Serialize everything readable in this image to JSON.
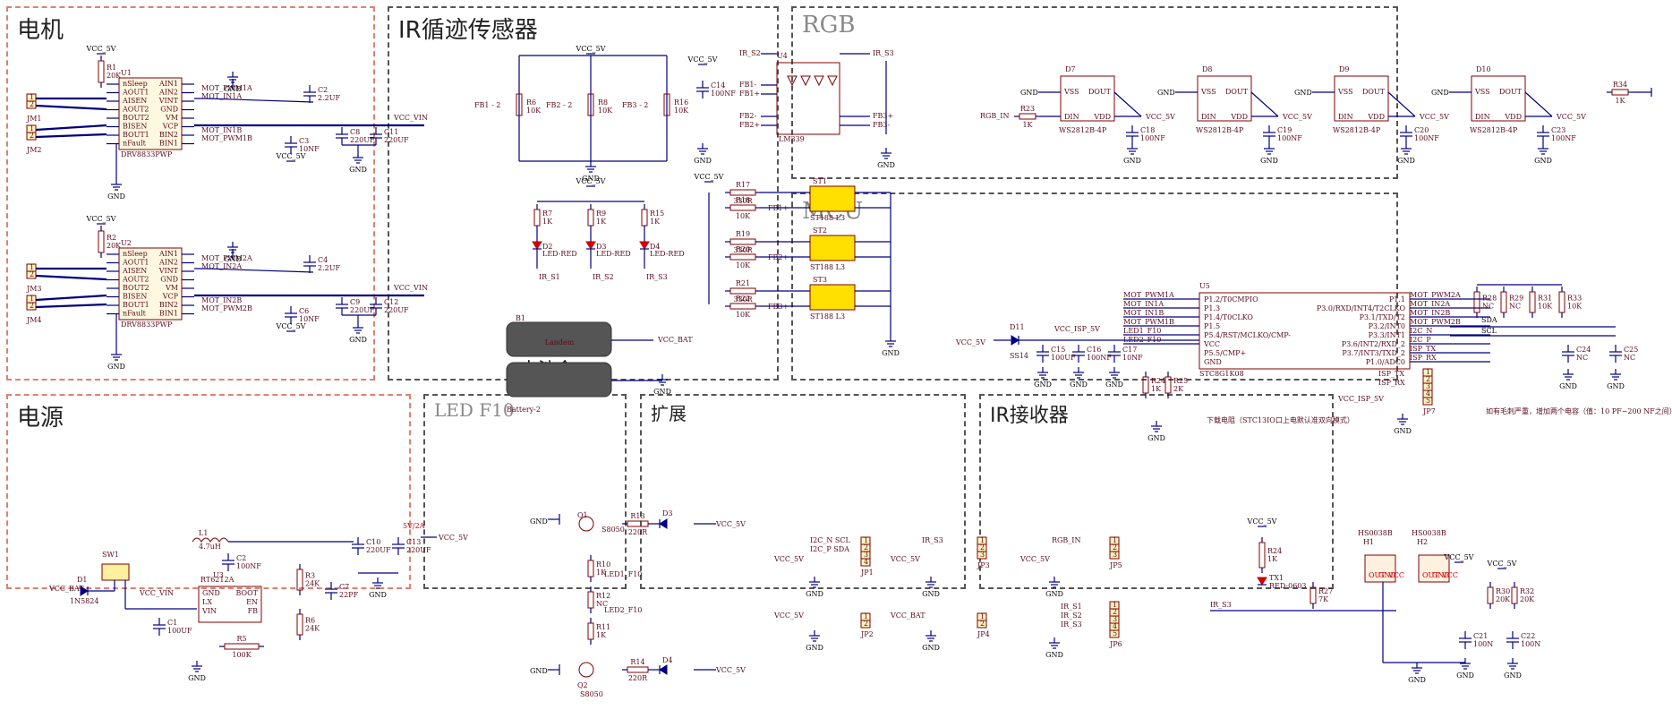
{
  "sections": {
    "motor": {
      "title": "电机"
    },
    "ir_tracking": {
      "title": "IR循迹传感器",
      "battery_caption": "电池盒"
    },
    "rgb": {
      "title": "RGB"
    },
    "mcu": {
      "title": "MCU"
    },
    "power": {
      "title": "电源"
    },
    "led": {
      "title": "LED F10"
    },
    "expansion": {
      "title": "扩展"
    },
    "ir_receiver": {
      "title": "IR接收器"
    }
  },
  "motor_labels": {
    "vcc": "VCC_5V",
    "gnd": "GND",
    "vin": "VCC_VIN",
    "u1": "U1",
    "u2": "U2",
    "ic": "DRV8833PWP",
    "r1": "R1",
    "r1v": "20K",
    "r2": "R2",
    "r2v": "20K",
    "pins_left": [
      "nSleep",
      "AOUT1",
      "AISEN",
      "AOUT2",
      "BOUT2",
      "BISEN",
      "BOUT1",
      "nFault"
    ],
    "pins_right": [
      "AIN1",
      "AIN2",
      "VINT",
      "GND",
      "VM",
      "VCP",
      "BIN2",
      "BIN1"
    ],
    "nets_a": [
      "MOT_PWM1A",
      "MOT_IN1A",
      "MOT_IN1B",
      "MOT_PWM1B"
    ],
    "nets_b": [
      "MOT_PWM2A",
      "MOT_IN2A",
      "MOT_IN2B",
      "MOT_PWM2B"
    ],
    "caps": [
      "C2",
      "C3",
      "C8",
      "C11",
      "C4",
      "C6",
      "C9",
      "C12"
    ],
    "capv": [
      "2.2UF",
      "10NF",
      "220UF",
      "220UF",
      "2.2UF",
      "10NF",
      "220UF",
      "220UF"
    ],
    "motors": [
      "JM1",
      "JM2",
      "JM3",
      "JM4"
    ]
  },
  "ir_labels": {
    "vcc": "VCC_5V",
    "gnd": "GND",
    "fb": [
      "FB1",
      "FB2",
      "FB3"
    ],
    "rp": [
      "R6",
      "R8",
      "R16"
    ],
    "rpv": "10K",
    "u4": "U4",
    "u4ic": "LM339",
    "c14": "C14",
    "c14v": "100NF",
    "comp_left": [
      "IR_S2",
      "FB1-",
      "FB1+",
      "FB2-",
      "FB2+"
    ],
    "comp_right": [
      "IR_S3",
      "FB3+",
      "FB3-"
    ],
    "r_led": [
      "R7",
      "R9",
      "R15"
    ],
    "r_ledv": "1K",
    "leds": [
      "D2",
      "D3",
      "D4"
    ],
    "ledv": "LED-RED",
    "irs": [
      "IR_S1",
      "IR_S2",
      "IR_S3"
    ],
    "sens": [
      "ST1",
      "ST2",
      "ST3"
    ],
    "sensv": "ST188 L3",
    "rs": [
      "R17",
      "R18",
      "R19",
      "R20",
      "R21",
      "R22"
    ],
    "rsv": [
      "330R",
      "10K",
      "330R",
      "10K",
      "330R",
      "10K"
    ],
    "fbp": [
      "FB1+",
      "FB2+",
      "FB3+"
    ],
    "b1": "B1",
    "bat": "Battery-2",
    "vbat": "VCC_BAT",
    "bat_text": "Landem"
  },
  "rgb_labels": {
    "gnd": "GND",
    "vcc": "VCC_5V",
    "in": "RGB_IN",
    "chips": [
      "D7",
      "D8",
      "D9",
      "D10"
    ],
    "chipv": "WS2812B-4P",
    "pins": [
      "VSS",
      "DOUT",
      "DIN",
      "VDD"
    ],
    "caps": [
      "C18",
      "C19",
      "C20",
      "C23"
    ],
    "capv": "100NF",
    "r23": "R23",
    "r23v": "1K",
    "r34": "R34",
    "r34v": "1K"
  },
  "mcu_labels": {
    "u5": "U5",
    "ic": "STC8G1K08",
    "left_nets": [
      "MOT_PWM1A",
      "MOT_IN1A",
      "MOT_IN1B",
      "MOT_PWM1B",
      "LED1_F10",
      "LED2_F10"
    ],
    "left_pins": [
      "P1.2/T0CMPIO",
      "P1.3",
      "P1.4/T0CLKO",
      "P1.5",
      "P5.4/RST/MCLKO/CMP-",
      "VCC",
      "P5.5/CMP+",
      "GND"
    ],
    "right_pins": [
      "P1.1",
      "P3.0/RXD/INT4/T2CLKO",
      "P3.1/TXD/T2",
      "P3.2/INT0",
      "P3.3/INT1",
      "P3.6/INT2/RXD_2",
      "P3.7/INT3/TXD_2",
      "P1.0/ADC0"
    ],
    "right_nets": [
      "MOT_PWM2A",
      "MOT_IN2A",
      "MOT_IN2B",
      "MOT_PWM2B",
      "I2C_N",
      "I2C_P",
      "ISP_TX",
      "ISP_RX"
    ],
    "vcc": "VCC_5V",
    "isp": "VCC_ISP_5V",
    "d11": "D11",
    "d11v": "SS14",
    "caps": [
      "C15",
      "C16",
      "C17",
      "C24",
      "C25"
    ],
    "capv": [
      "100UF",
      "100NF",
      "10NF",
      "NC",
      "NC"
    ],
    "res": [
      "R24",
      "R25",
      "R28",
      "R29",
      "R31",
      "R33"
    ],
    "resv": [
      "1K",
      "2K",
      "NC",
      "NC",
      "10K",
      "10K"
    ],
    "sda": "SDA",
    "scl": "SCL",
    "jp": "JP7",
    "isp_tx": "ISP_TX",
    "isp_rx": "ISP_RX",
    "note1": "下载电阻（STC13IO口上电默认准双向模式）",
    "note2": "如有毛刺严重，增加两个电容（值：10 PF~200 NF之间）",
    "gnd": "GND"
  },
  "power_labels": {
    "sw": "SW1",
    "d1": "D1",
    "d1v": "1N5824",
    "vbat": "VCC_BAT",
    "vin": "VCC_VIN",
    "l1": "L1",
    "l1v": "4.7uH",
    "c2": "C2",
    "c2v": "100NF",
    "u3": "U3",
    "u3v": "RT6212A",
    "pins_l": [
      "GND",
      "LX",
      "VIN"
    ],
    "pins_r": [
      "BOOT",
      "EN",
      "FB"
    ],
    "r3": "R3",
    "r3v": "24K",
    "r6": "R6",
    "r6v": "24K",
    "r5": "R5",
    "r5v": "100K",
    "c7": "C7",
    "c7v": "22PF",
    "c1": "C1",
    "c1v": "100UF",
    "c10": "C10",
    "c10v": "220UF",
    "c13": "C13",
    "c13v": "220UF",
    "out": "5V/2A",
    "vcc": "VCC_5V"
  },
  "led_labels": {
    "gnd": "GND",
    "q1": "Q1",
    "q2": "Q2",
    "qv": "S8050",
    "r13": "R13",
    "r14": "R14",
    "rv": "220R",
    "d3": "D3",
    "d4": "D4",
    "vcc": "VCC_5V",
    "r10": "R10",
    "r10v": "1K",
    "r12": "R12",
    "r12v": "NC",
    "r11": "R11",
    "r11v": "1K",
    "led1": "LED1_F10",
    "led2": "LED2_F10"
  },
  "exp_labels": {
    "jp1_nets": [
      "I2C_N SCL",
      "I2C_P SDA"
    ],
    "vcc": "VCC_5V",
    "gnd": "GND",
    "jp": [
      "JP1",
      "JP2",
      "JP3",
      "JP4",
      "JP5",
      "JP6"
    ],
    "irs3": "IR_S3",
    "rgb": "RGB_IN",
    "vbat": "VCC_BAT",
    "irs": [
      "IR_S1",
      "IR_S2",
      "IR_S3"
    ]
  },
  "irr_labels": {
    "vcc": "VCC_5V",
    "r24": "R24",
    "r24v": "1K",
    "tx1": "TX1",
    "tx1v": "RED-0603",
    "r27": "R27",
    "r27v": "7K",
    "irs": "IR_S3",
    "h1": "H1",
    "h2": "H2",
    "hv": "HS0038B",
    "hpins": [
      "OUT",
      "GND",
      "VCC"
    ],
    "r30": "R30",
    "r30v": "20K",
    "r32": "R32",
    "r32v": "20K",
    "c21": "C21",
    "c21v": "100N",
    "c22": "C22",
    "c22v": "100N",
    "gnd": "GND"
  },
  "colors": {
    "wire": "#000080",
    "label": "#5a0a1a",
    "red": "#d00000",
    "yellow": "#ffe000",
    "comp": "#800000"
  }
}
